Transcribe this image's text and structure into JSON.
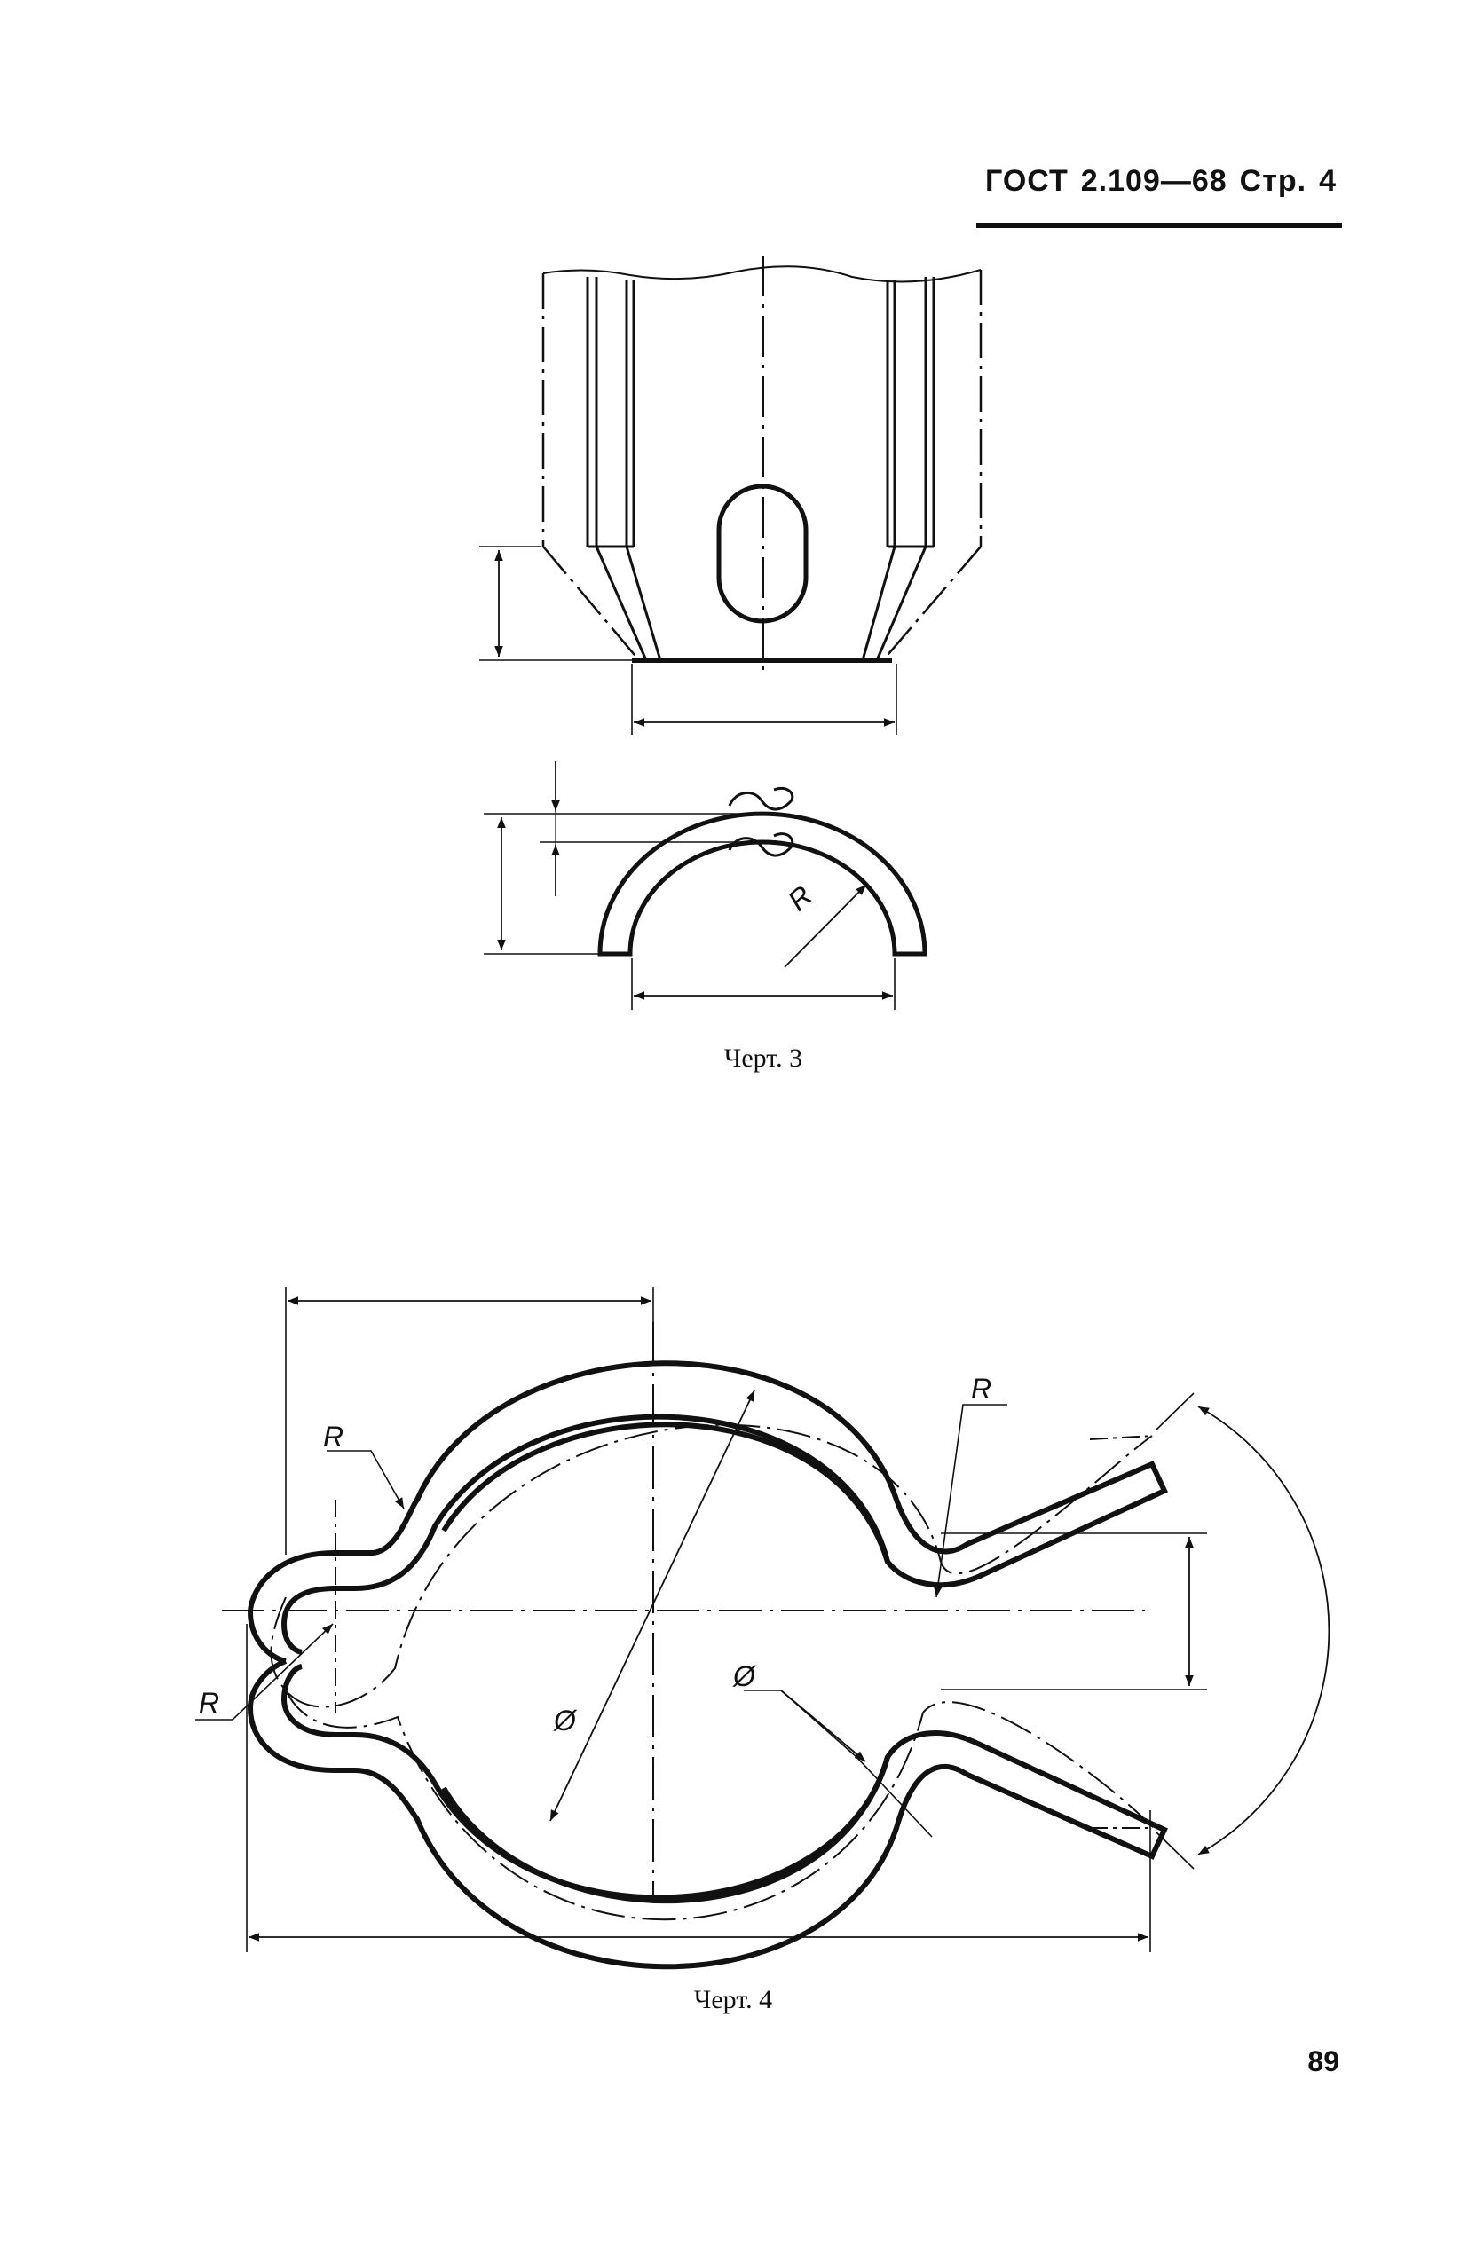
{
  "header": {
    "standard": "ГОСТ",
    "number": "2.109—68",
    "page_label": "Стр.",
    "page_value": "4"
  },
  "figure3": {
    "caption": "Черт. 3",
    "radius_label": "R"
  },
  "figure4": {
    "caption": "Черт. 4",
    "radius_label_top_left": "R",
    "radius_label_top_right": "R",
    "radius_label_left": "R",
    "diameter_label_center": "Ø",
    "diameter_label_wire": "Ø"
  },
  "page_number": "89"
}
